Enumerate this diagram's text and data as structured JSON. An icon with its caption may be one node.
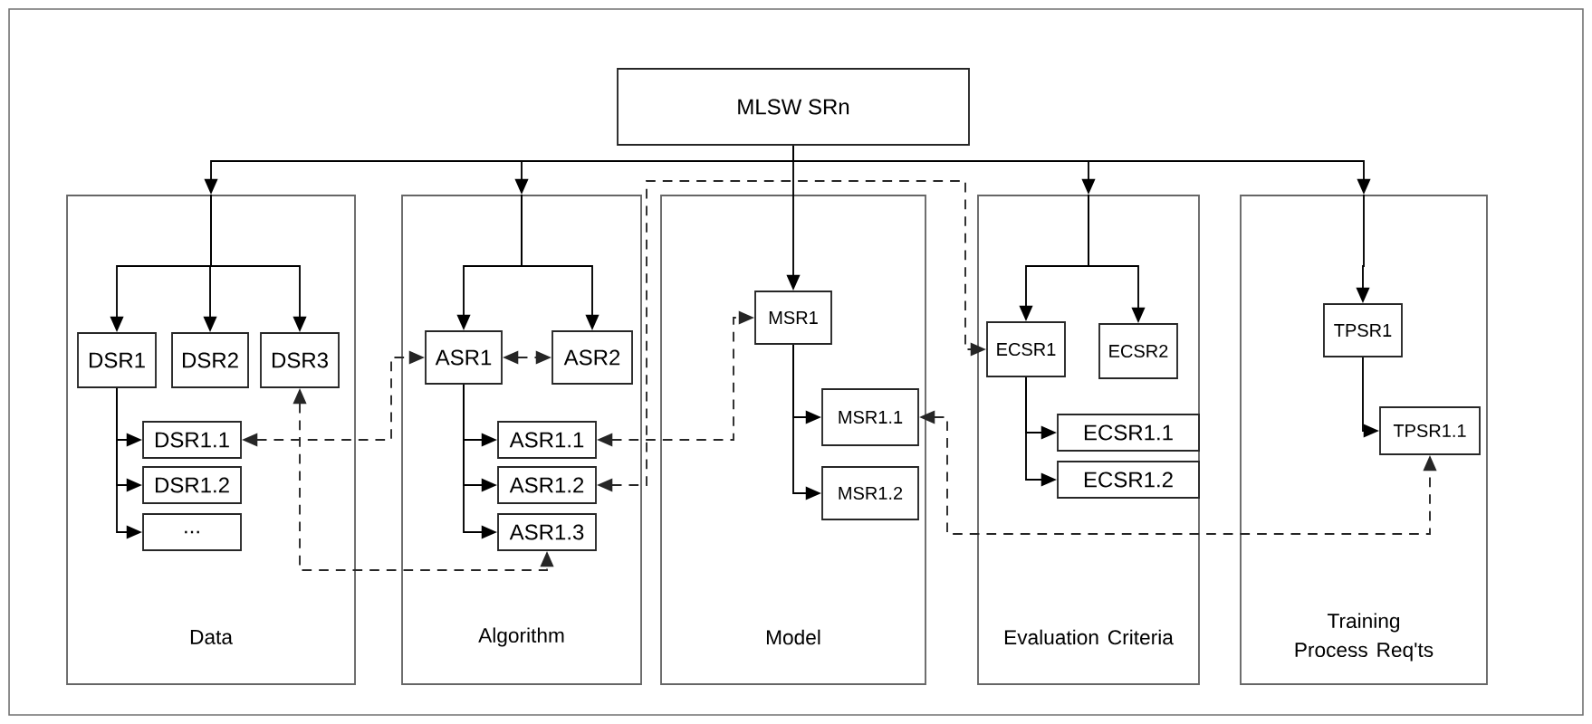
{
  "diagram": {
    "nodes": [
      {
        "text": [
          "MLSW SRn"
        ]
      },
      {
        "text": [
          "Data"
        ]
      },
      {
        "text": [
          "DSR1"
        ],
        "in": 1
      },
      {
        "text": [
          "DSR2"
        ],
        "in": 1
      },
      {
        "text": [
          "DSR3"
        ],
        "in": 1
      },
      {
        "text": [
          "DSR1.1"
        ],
        "in": 1
      },
      {
        "text": [
          "DSR1.2"
        ],
        "in": 1
      },
      {
        "text": [
          "..."
        ],
        "in": 1
      },
      {
        "text": [
          "Algorithm"
        ]
      },
      {
        "text": [
          "ASR1"
        ],
        "in": 8
      },
      {
        "text": [
          "ASR2"
        ],
        "in": 8
      },
      {
        "text": [
          "ASR1.1"
        ],
        "in": 8
      },
      {
        "text": [
          "ASR1.2"
        ],
        "in": 8
      },
      {
        "text": [
          "ASR1.3"
        ],
        "in": 8
      },
      {
        "text": [
          "Model"
        ]
      },
      {
        "text": [
          "MSR1"
        ],
        "in": 14
      },
      {
        "text": [
          "MSR1.1"
        ],
        "in": 14
      },
      {
        "text": [
          "MSR1.2"
        ],
        "in": 14
      },
      {
        "text": [
          "Evaluation Criteria"
        ]
      },
      {
        "text": [
          "ECSR1"
        ],
        "in": 18
      },
      {
        "text": [
          "ECSR2"
        ],
        "in": 18
      },
      {
        "text": [
          "ECSR1.1"
        ],
        "in": 18
      },
      {
        "text": [
          "ECSR1.2"
        ],
        "in": 18
      },
      {
        "text": [
          "Training Process Req'ts"
        ]
      },
      {
        "text": [
          "TPSR1"
        ],
        "in": 23
      },
      {
        "text": [
          "TPSR1.1"
        ],
        "in": 23
      }
    ],
    "edges": [
      {
        "from": 0,
        "to": 1,
        "arrow": "to"
      },
      {
        "from": 1,
        "to": 2,
        "arrow": "to"
      },
      {
        "from": 1,
        "to": 3,
        "arrow": "to"
      },
      {
        "from": 1,
        "to": 4,
        "arrow": "to"
      },
      {
        "from": 2,
        "to": 5,
        "arrow": "to"
      },
      {
        "from": 2,
        "to": 6,
        "arrow": "to"
      },
      {
        "from": 2,
        "to": 7,
        "arrow": "to"
      },
      {
        "from": 0,
        "to": 8,
        "arrow": "to"
      },
      {
        "from": 8,
        "to": 9,
        "arrow": "to"
      },
      {
        "from": 8,
        "to": 10,
        "arrow": "to"
      },
      {
        "from": 9,
        "to": 10,
        "arrow": "both",
        "style": "dashed"
      },
      {
        "from": 9,
        "to": 11,
        "arrow": "to"
      },
      {
        "from": 9,
        "to": 12,
        "arrow": "to"
      },
      {
        "from": 9,
        "to": 13,
        "arrow": "to"
      },
      {
        "from": 0,
        "to": 15,
        "arrow": "to"
      },
      {
        "from": 15,
        "to": 16,
        "arrow": "to"
      },
      {
        "from": 15,
        "to": 17,
        "arrow": "to"
      },
      {
        "from": 0,
        "to": 18,
        "arrow": "to"
      },
      {
        "from": 18,
        "to": 19,
        "arrow": "to"
      },
      {
        "from": 18,
        "to": 20,
        "arrow": "to"
      },
      {
        "from": 19,
        "to": 21,
        "arrow": "to"
      },
      {
        "from": 19,
        "to": 22,
        "arrow": "to"
      },
      {
        "from": 0,
        "to": 23,
        "arrow": "to"
      },
      {
        "from": 23,
        "to": 24,
        "arrow": "to"
      },
      {
        "from": 24,
        "to": 25,
        "arrow": "to"
      },
      {
        "from": 5,
        "to": 9,
        "arrow": "both",
        "style": "dashed"
      },
      {
        "from": 4,
        "to": 13,
        "arrow": "both",
        "style": "dashed"
      },
      {
        "from": 11,
        "to": 15,
        "arrow": "both",
        "style": "dashed"
      },
      {
        "from": 12,
        "to": 19,
        "arrow": "both",
        "style": "dashed"
      },
      {
        "from": 16,
        "to": 25,
        "arrow": "both",
        "style": "dashed"
      }
    ]
  }
}
